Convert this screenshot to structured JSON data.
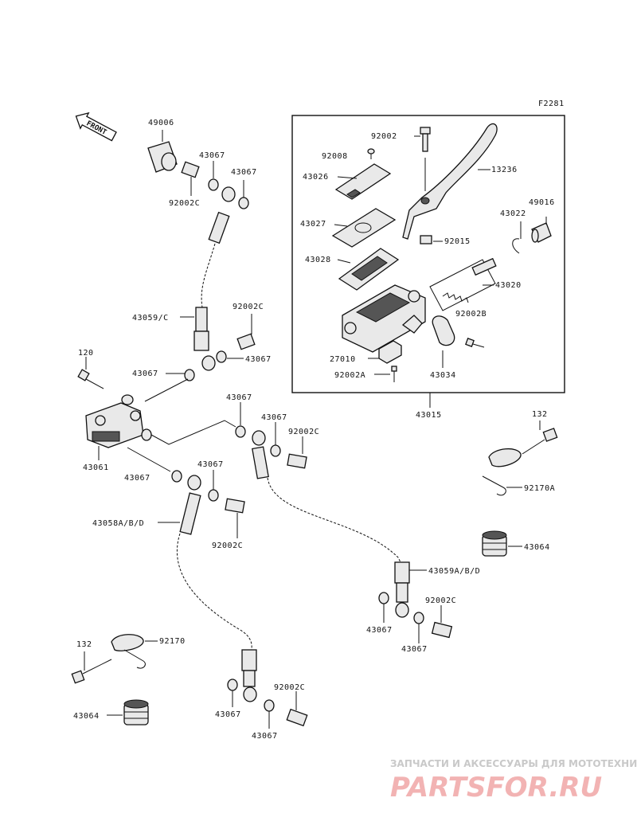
{
  "figure_code": "F2281",
  "front_label": "FRONT",
  "labels": {
    "l49006": "49006",
    "l43067a": "43067",
    "l43067b": "43067",
    "l92002c_a": "92002C",
    "l43059c": "43059/C",
    "l92002c_b": "92002C",
    "l43067c": "43067",
    "l120": "120",
    "l43067d": "43067",
    "l43067e": "43067",
    "l43061": "43061",
    "l43067f": "43067",
    "l43067g": "43067",
    "l92002c_c": "92002C",
    "l43067h": "43067",
    "l43058": "43058A/B/D",
    "l92002c_d": "92002C",
    "l43059abd": "43059A/B/D",
    "l92002c_e": "92002C",
    "l43067i": "43067",
    "l43067j": "43067",
    "l132a": "132",
    "l92170": "92170",
    "l43064a": "43064",
    "l43067k": "43067",
    "l92002c_f": "92002C",
    "l43067l": "43067",
    "l132b": "132",
    "l92170a": "92170A",
    "l43064b": "43064",
    "l92002": "92002",
    "l92008": "92008",
    "l43026": "43026",
    "l13236": "13236",
    "l49016": "49016",
    "l43022": "43022",
    "l43027": "43027",
    "l92015": "92015",
    "l43028": "43028",
    "l43020": "43020",
    "l92002b": "92002B",
    "l27010": "27010",
    "l92002a": "92002A",
    "l43034": "43034",
    "l43015": "43015"
  },
  "watermark": {
    "line1": "ЗАПЧАСТИ И АКСЕССУАРЫ ДЛЯ МОТОТЕХНИКИ",
    "line2": "PARTSFOR.RU"
  }
}
